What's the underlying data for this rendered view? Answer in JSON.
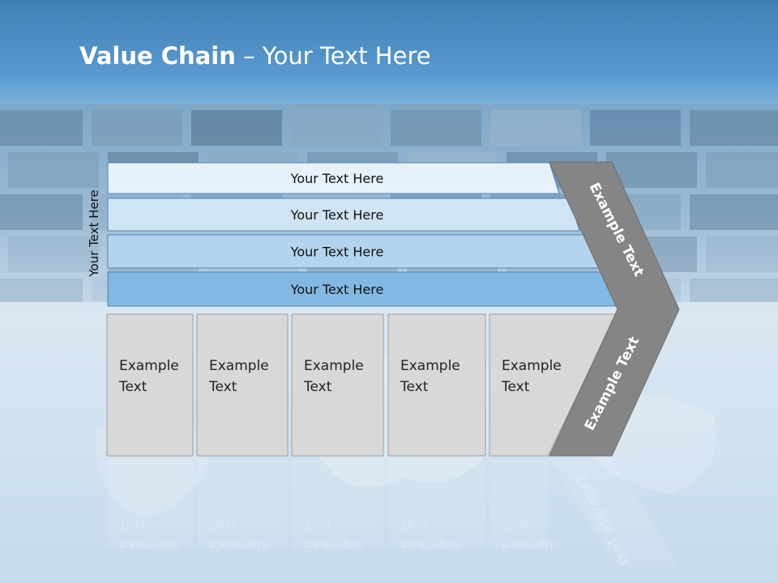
{
  "title": {
    "bold": "Value Chain",
    "rest": " – Your Text Here"
  },
  "side_label": "Your Text Here",
  "bars": [
    {
      "label": "Your Text Here",
      "color": "#e6f1fa"
    },
    {
      "label": "Your Text Here",
      "color": "#cfe4f4"
    },
    {
      "label": "Your Text Here",
      "color": "#b4d4ee"
    },
    {
      "label": "Your Text Here",
      "color": "#82b8e2"
    }
  ],
  "boxes": [
    {
      "line1": "Example",
      "line2": "Text"
    },
    {
      "line1": "Example",
      "line2": "Text"
    },
    {
      "line1": "Example",
      "line2": "Text"
    },
    {
      "line1": "Example",
      "line2": "Text"
    },
    {
      "line1": "Example",
      "line2": "Text"
    }
  ],
  "chevron": {
    "top_text": "Example Text",
    "bottom_text": "Example Text",
    "color": "#858585"
  },
  "colors": {
    "box_fill": "#d8d8d8",
    "title_band": "#4a8bc2"
  }
}
